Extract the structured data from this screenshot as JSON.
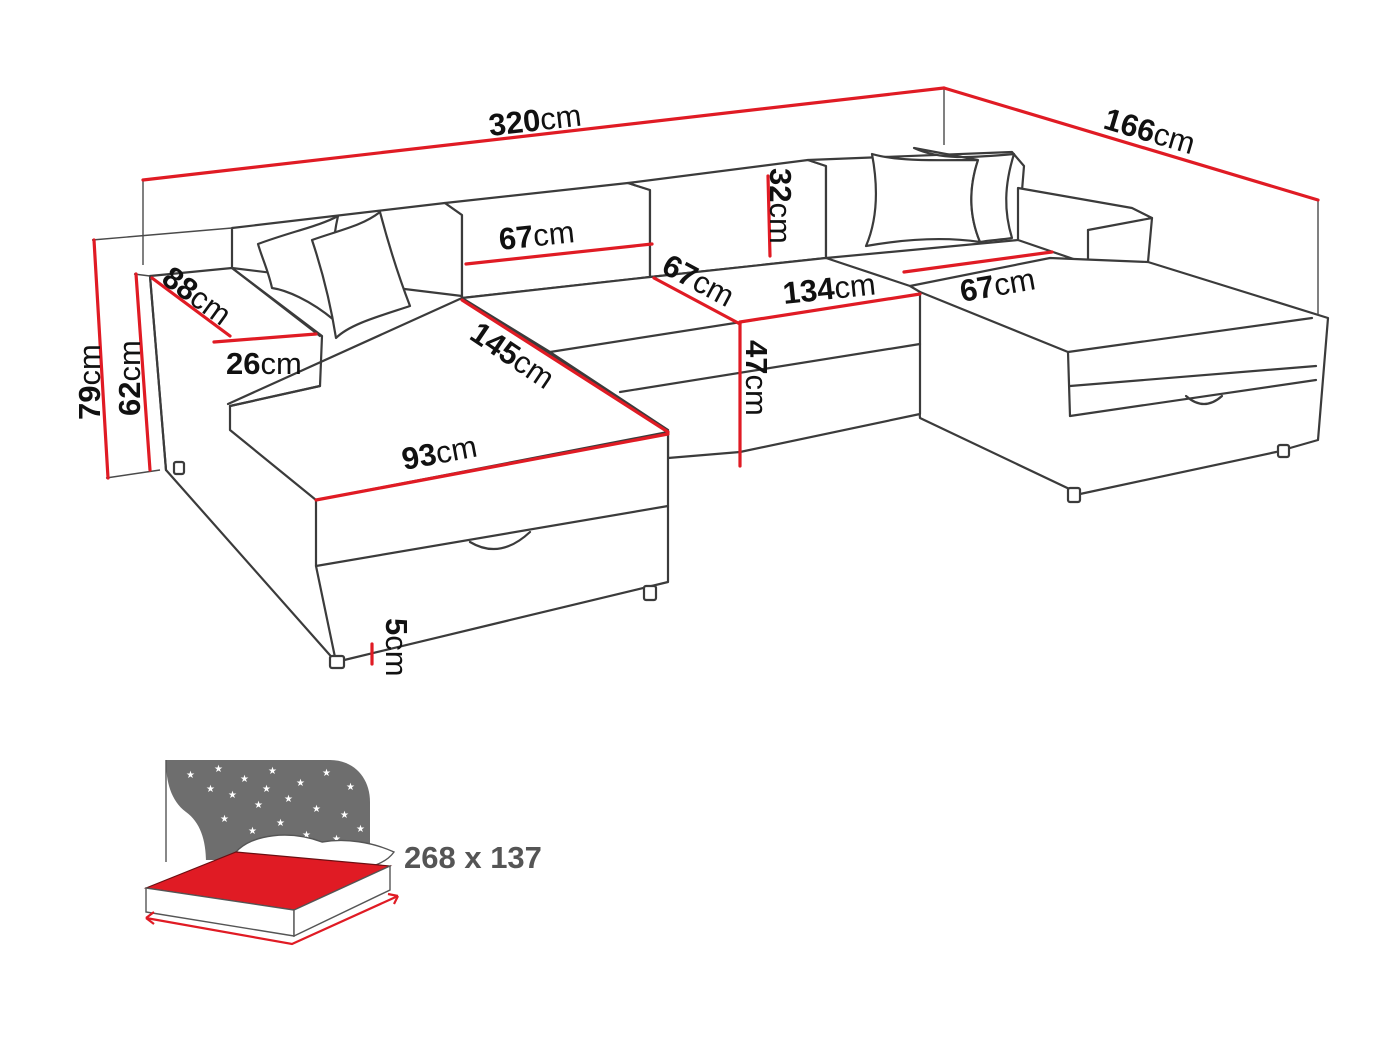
{
  "dimensions": {
    "total_width": {
      "value": "320",
      "unit": "cm"
    },
    "total_depth": {
      "value": "166",
      "unit": "cm"
    },
    "total_height": {
      "value": "79",
      "unit": "cm"
    },
    "armrest_height": {
      "value": "62",
      "unit": "cm"
    },
    "armrest_length": {
      "value": "88",
      "unit": "cm"
    },
    "armrest_width": {
      "value": "26",
      "unit": "cm"
    },
    "left_chaise_length": {
      "value": "145",
      "unit": "cm"
    },
    "left_chaise_width": {
      "value": "93",
      "unit": "cm"
    },
    "backrest_width": {
      "value": "67",
      "unit": "cm"
    },
    "seat_depth": {
      "value": "67",
      "unit": "cm"
    },
    "backrest_height": {
      "value": "32",
      "unit": "cm"
    },
    "seat_height": {
      "value": "47",
      "unit": "cm"
    },
    "middle_width": {
      "value": "134",
      "unit": "cm"
    },
    "right_chaise_width": {
      "value": "67",
      "unit": "cm"
    },
    "leg_height": {
      "value": "5",
      "unit": "cm"
    }
  },
  "bed": {
    "size_label": "268 x 137",
    "colors": {
      "mattress": "#e01b24",
      "night_panel": "#6e6e6e",
      "accent": "#e01b24"
    }
  },
  "colors": {
    "dimension_line": "#e01b24",
    "outline": "#3b3b3b"
  }
}
